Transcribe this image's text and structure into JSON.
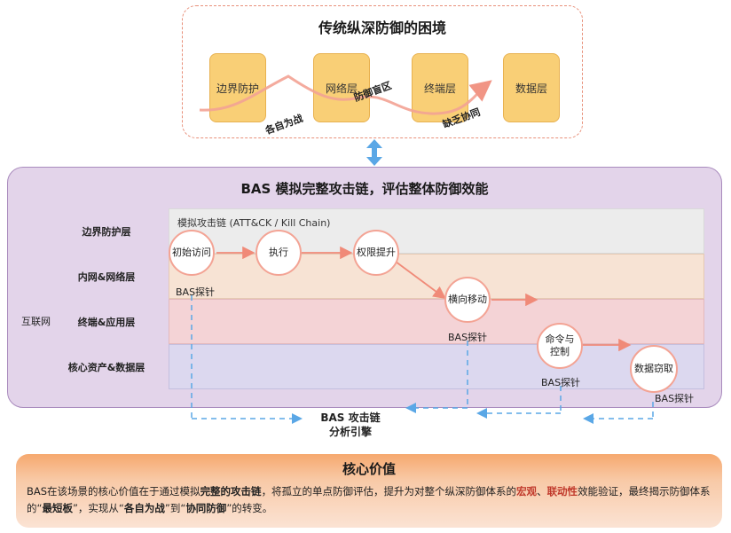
{
  "top": {
    "title": "传统纵深防御的困境",
    "layers": [
      "边界防护",
      "网络层",
      "终端层",
      "数据层"
    ],
    "tags": [
      "各自为战",
      "防御盲区",
      "缺乏协同"
    ]
  },
  "main": {
    "title": "BAS 模拟完整攻击链，评估整体防御效能",
    "chain_label": "模拟攻击链 (ATT&CK / Kill Chain)",
    "internet_label": "互联网",
    "rows": [
      "边界防护层",
      "内网&网络层",
      "终端&应用层",
      "核心资产&数据层"
    ],
    "stages": [
      "初始访问",
      "执行",
      "权限提升",
      "横向移动",
      "命令与控制",
      "数据窃取"
    ],
    "probe_label": "BAS探针",
    "engine_line1": "BAS 攻击链",
    "engine_line2": "分析引擎"
  },
  "core": {
    "title": "核心价值",
    "text_parts": [
      {
        "t": "BAS在该场景的核心价值在于通过模拟",
        "s": "normal"
      },
      {
        "t": "完整的攻击链",
        "s": "bold"
      },
      {
        "t": "，将孤立的单点防御评估，提升为对整个纵深防御体系的",
        "s": "normal"
      },
      {
        "t": "宏观",
        "s": "red"
      },
      {
        "t": "、",
        "s": "normal"
      },
      {
        "t": "联动性",
        "s": "red"
      },
      {
        "t": "效能验证，最终揭示防御体系的“",
        "s": "normal"
      },
      {
        "t": "最短板",
        "s": "bold"
      },
      {
        "t": "”，实现从“",
        "s": "normal"
      },
      {
        "t": "各自为战",
        "s": "bold"
      },
      {
        "t": "”到“",
        "s": "normal"
      },
      {
        "t": "协同防御",
        "s": "bold"
      },
      {
        "t": "”的转变。",
        "s": "normal"
      }
    ]
  },
  "colors": {
    "layer_fill": "#f9cf76",
    "main_panel": "#e3d4ea",
    "band_border": "#d9d9d9",
    "band_network": "#f7e3d4",
    "band_endpoint": "#f4d3d6",
    "band_data": "#dcd8ef",
    "attack_arrow": "#f08a78",
    "probe_line": "#5aa7e6",
    "highlight_red": "#c0392b"
  }
}
